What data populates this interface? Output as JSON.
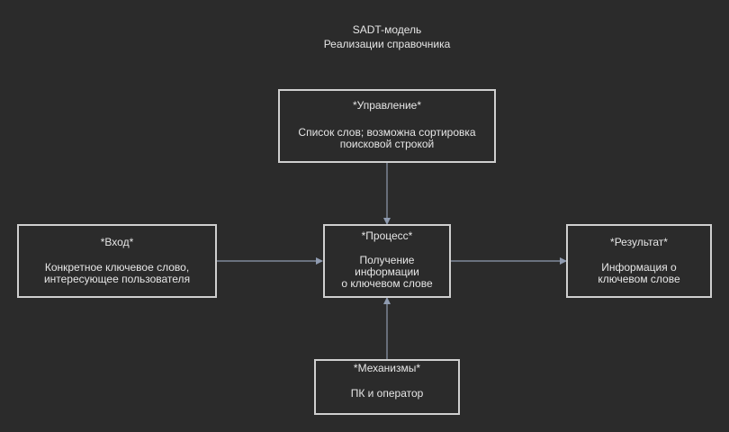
{
  "title": {
    "line1": "SADT-модель",
    "line2": "Реализации справочника"
  },
  "nodes": {
    "control": {
      "head": "*Управление*",
      "lines": [
        "Список слов; возможна сортировка",
        "поисковой строкой"
      ]
    },
    "input": {
      "head": "*Вход*",
      "lines": [
        "Конкретное ключевое слово,",
        "интересующее пользователя"
      ]
    },
    "process": {
      "head": "*Процесс*",
      "lines": [
        "Получение",
        "информации",
        "о ключевом слове"
      ]
    },
    "output": {
      "head": "*Результат*",
      "lines": [
        "Информация о",
        "ключевом слове"
      ]
    },
    "mechanism": {
      "head": "*Механизмы*",
      "lines": [
        "ПК и оператор"
      ]
    }
  },
  "colors": {
    "background": "#2b2b2b",
    "box_border": "#cfcfcf",
    "text": "#e6e6e6",
    "arrow": "#8f9bb0"
  }
}
